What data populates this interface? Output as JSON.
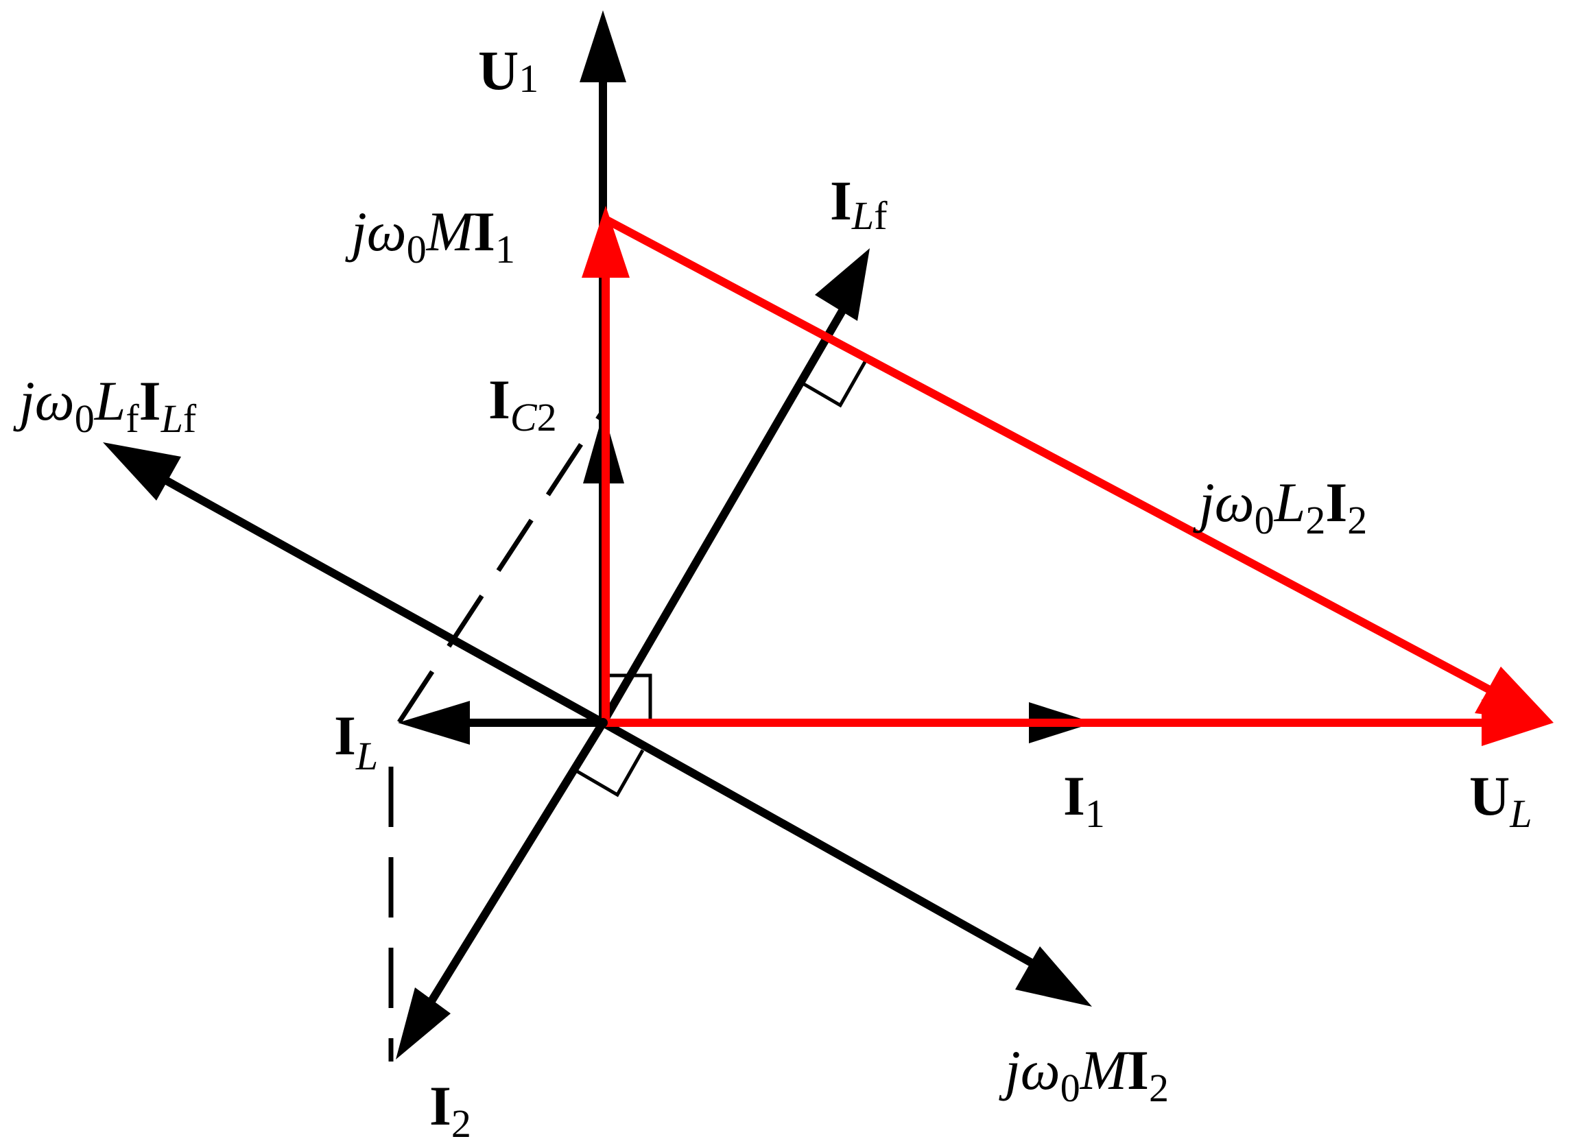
{
  "colors": {
    "primary": "#000000",
    "accent": "#ff0000",
    "background": "#ffffff"
  },
  "labels": {
    "U1": {
      "sym": "U",
      "sub": "1"
    },
    "UL": {
      "sym": "U",
      "sub": "L"
    },
    "I1": {
      "sym": "I",
      "sub": "1"
    },
    "I2": {
      "sym": "I",
      "sub": "2"
    },
    "IL": {
      "sym": "I",
      "sub": "L"
    },
    "ILf": {
      "sym": "I",
      "sub_it": "L",
      "sub_rm": "f"
    },
    "IC2": {
      "sym": "I",
      "sub_it": "C",
      "sub_rm": "2"
    },
    "jw0MI1": {
      "j": "j",
      "w": "ω",
      "w_sub": "0",
      "m": "M",
      "i": "I",
      "i_sub": "1"
    },
    "jw0MI2": {
      "j": "j",
      "w": "ω",
      "w_sub": "0",
      "m": "M",
      "i": "I",
      "i_sub": "2"
    },
    "jw0L2I2": {
      "j": "j",
      "w": "ω",
      "w_sub": "0",
      "m": "L",
      "m_sub": "2",
      "i": "I",
      "i_sub": "2"
    },
    "jw0LfILf": {
      "j": "j",
      "w": "ω",
      "w_sub": "0",
      "m": "L",
      "m_sub": "f",
      "i": "I",
      "i_sub_it": "L",
      "i_sub_rm": "f"
    }
  }
}
